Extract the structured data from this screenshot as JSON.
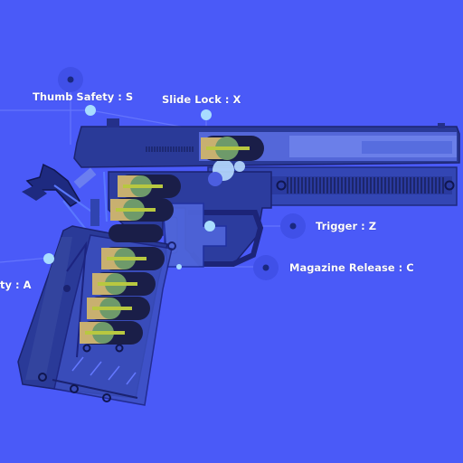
{
  "scene": {
    "background": "#4a5af8",
    "model": "pistol-cutaway"
  },
  "controls": [
    {
      "id": "thumb_safety",
      "label": "Thumb Safety : S"
    },
    {
      "id": "slide_lock",
      "label": "Slide Lock : X"
    },
    {
      "id": "trigger",
      "label": "Trigger : Z"
    },
    {
      "id": "magazine_release",
      "label": "Magazine Release : C"
    },
    {
      "id": "grip_safety",
      "label": "ty : A"
    }
  ],
  "colors": {
    "label_text": "#ffffff",
    "hotspot": "#a8ddff",
    "ammo_case": "#c8b070",
    "ammo_tip": "#6e9a6a",
    "spring": "#1a1a40"
  }
}
